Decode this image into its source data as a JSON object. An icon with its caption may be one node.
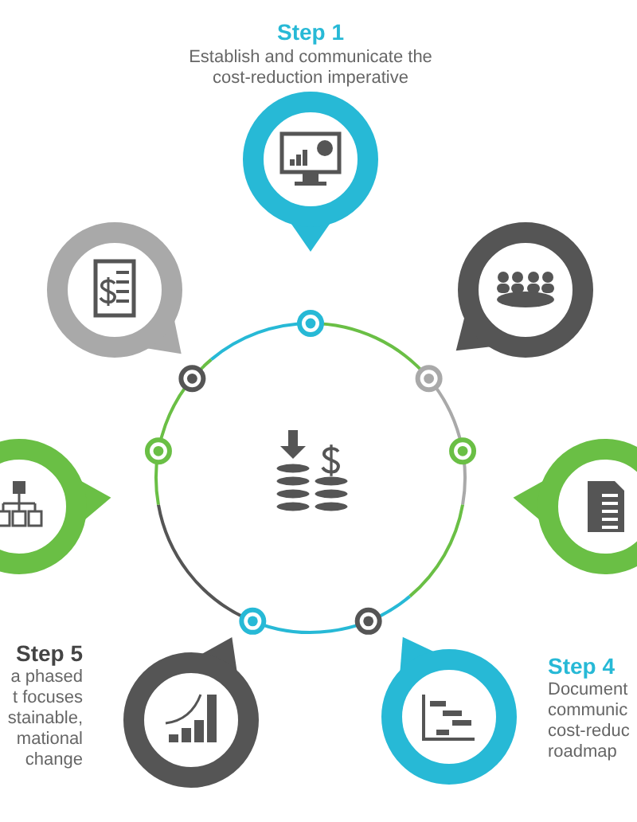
{
  "diagram": {
    "nodes": [
      {
        "text": [],
        "shape": "picture",
        "beside": [
          "Step 1",
          "Establish and communicate the cost-reduction imperative"
        ]
      },
      {
        "text": [],
        "shape": "picture"
      },
      {
        "text": [],
        "shape": "picture"
      },
      {
        "text": [],
        "shape": "picture"
      },
      {
        "text": [],
        "shape": "picture"
      },
      {
        "text": [],
        "shape": "picture"
      },
      {
        "text": [],
        "shape": "picture",
        "beside": [
          "Step 5",
          "a phased t focuses stainable, mational change"
        ]
      },
      {
        "text": [],
        "shape": "picture",
        "beside": [
          "Step 4",
          "Document communic cost-reduc roadmap"
        ]
      }
    ]
  }
}
